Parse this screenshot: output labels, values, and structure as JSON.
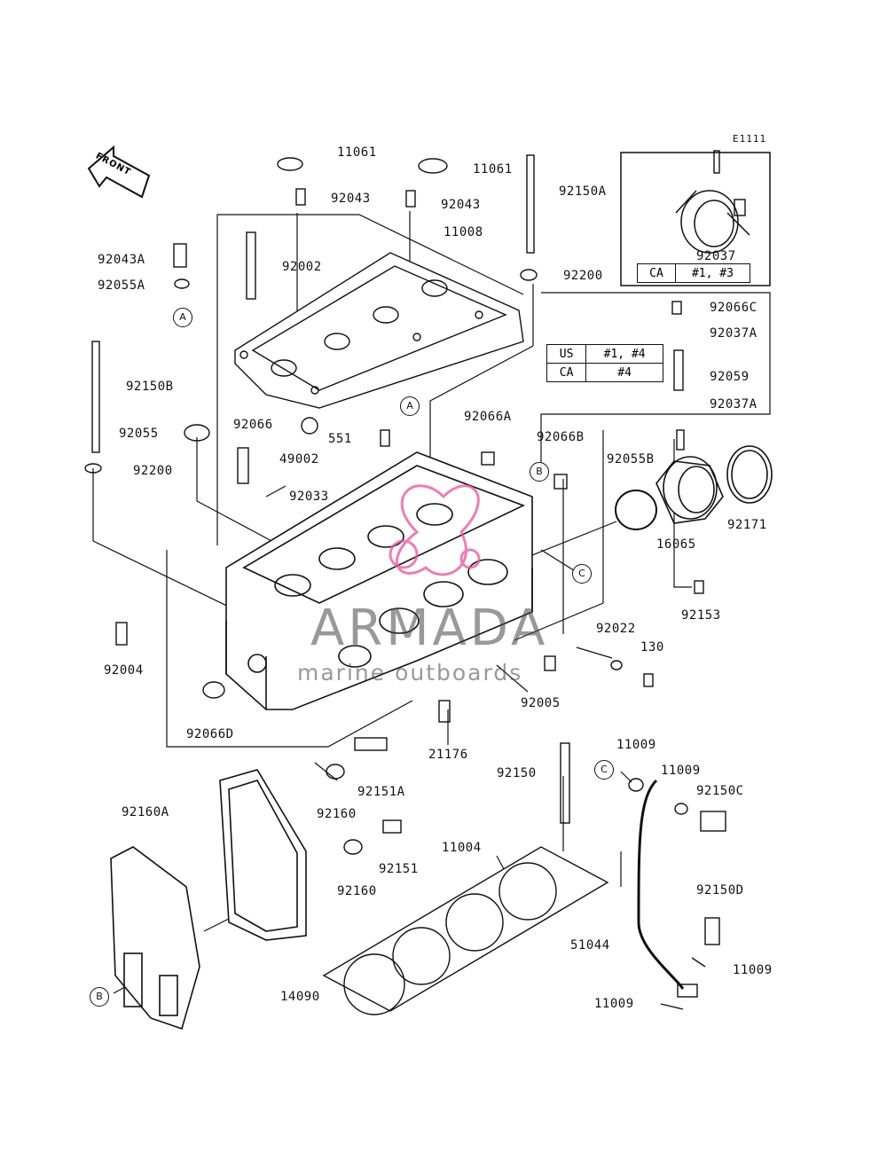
{
  "diagram_code": "E1111",
  "front_label": "FRONT",
  "watermark": {
    "brand": "ARMADA",
    "tagline": "marine outboards"
  },
  "parts": {
    "p11061a": "11061",
    "p11061b": "11061",
    "p92043a": "92043",
    "p92043b": "92043",
    "p92150A": "92150A",
    "p11008": "11008",
    "p92043A": "92043A",
    "p92002": "92002",
    "p92055A": "92055A",
    "p92200a": "92200",
    "p92150B": "92150B",
    "p92055": "92055",
    "p92066": "92066",
    "p551": "551",
    "p92066A": "92066A",
    "p92066B": "92066B",
    "p92200b": "92200",
    "p49002": "49002",
    "p92033": "92033",
    "p92055B": "92055B",
    "p92004": "92004",
    "p92022": "92022",
    "p130": "130",
    "p92005": "92005",
    "p92066D": "92066D",
    "p21176": "21176",
    "p92037": "92037",
    "p92066C": "92066C",
    "p92037A1": "92037A",
    "p92059": "92059",
    "p92037A2": "92037A",
    "p92171": "92171",
    "p16065": "16065",
    "p92153": "92153",
    "p11009a": "11009",
    "p11009b": "11009",
    "p92150": "92150",
    "p92150C": "92150C",
    "p92151A": "92151A",
    "p92160a": "92160",
    "p92160A": "92160A",
    "p92151": "92151",
    "p11004": "11004",
    "p92160b": "92160",
    "p92150D": "92150D",
    "p51044": "51044",
    "p11009c": "11009",
    "p14090": "14090",
    "p11009d": "11009"
  },
  "refs": {
    "A": "A",
    "B": "B",
    "C": "C"
  },
  "note_top": {
    "model": "CA",
    "cyl": "#1, #3"
  },
  "note_mid": [
    {
      "model": "US",
      "cyl": "#1, #4"
    },
    {
      "model": "CA",
      "cyl": "#4"
    }
  ]
}
